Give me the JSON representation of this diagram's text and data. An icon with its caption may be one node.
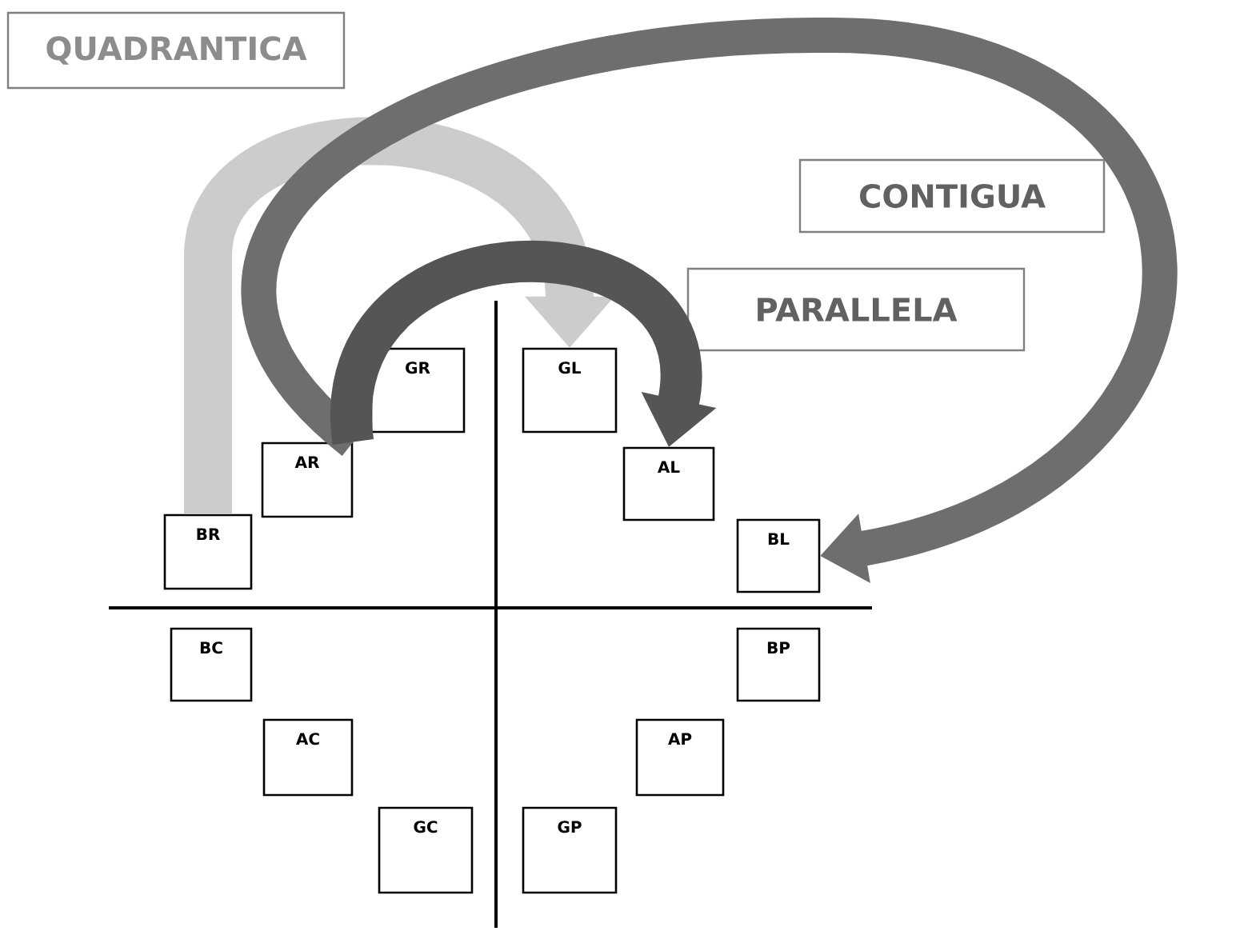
{
  "diagram": {
    "nodes": [
      {
        "text": [
          "QUADRANTICA"
        ]
      },
      {
        "text": [
          "CONTIGUA"
        ]
      },
      {
        "text": [
          "PARALLELA"
        ]
      },
      {
        "text": [
          "GR"
        ]
      },
      {
        "text": [
          "GL"
        ]
      },
      {
        "text": [
          "AR"
        ]
      },
      {
        "text": [
          "AL"
        ]
      },
      {
        "text": [
          "BR"
        ]
      },
      {
        "text": [
          "BL"
        ]
      },
      {
        "text": [
          "BC"
        ]
      },
      {
        "text": [
          "BP"
        ]
      },
      {
        "text": [
          "AC"
        ]
      },
      {
        "text": [
          "AP"
        ]
      },
      {
        "text": [
          "GC"
        ]
      },
      {
        "text": [
          "GP"
        ]
      }
    ],
    "edges": [
      {
        "from": 7,
        "to": 4,
        "arrow": "to",
        "color": "#cccccc"
      },
      {
        "from": 5,
        "to": 8,
        "arrow": "to",
        "color": "#6e6e6e"
      },
      {
        "from": 5,
        "to": 6,
        "arrow": "to",
        "color": "#555555"
      }
    ]
  }
}
